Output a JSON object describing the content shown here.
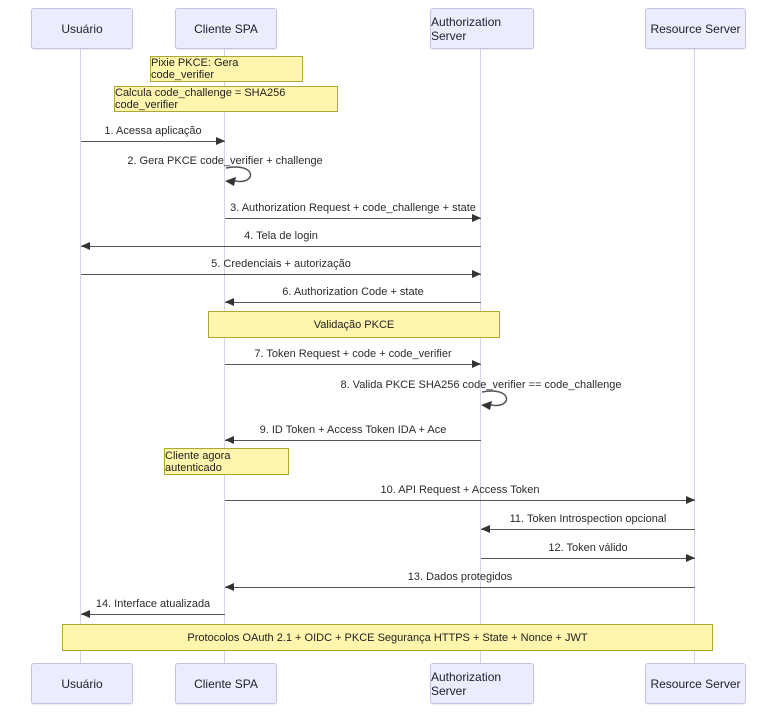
{
  "diagram": {
    "type": "sequence",
    "participants": [
      {
        "id": "usuario",
        "label": "Usuário"
      },
      {
        "id": "cliente-spa",
        "label": "Cliente SPA"
      },
      {
        "id": "authorization-server",
        "label": "Authorization Server"
      },
      {
        "id": "resource-server",
        "label": "Resource Server"
      }
    ],
    "notes": [
      {
        "label": "Pixie PKCE: Gera code_verifier",
        "over": "Cliente SPA"
      },
      {
        "label": "Calcula code_challenge = SHA256 code_verifier",
        "over": "Cliente SPA"
      },
      {
        "label": "Validação PKCE",
        "over": "Cliente SPA, Authorization Server"
      },
      {
        "label": "Cliente agora autenticado",
        "over": "Cliente SPA"
      },
      {
        "label": "Protocolos OAuth 2.1 + OIDC + PKCE Segurança HTTPS + State + Nonce + JWT",
        "over": "all"
      }
    ],
    "messages": [
      {
        "label": "1. Acessa aplicação",
        "from": "Usuário",
        "to": "Cliente SPA"
      },
      {
        "label": "2. Gera PKCE code_verifier + challenge",
        "from": "Cliente SPA",
        "to": "Cliente SPA",
        "self": true
      },
      {
        "label": "3. Authorization Request + code_challenge + state",
        "from": "Cliente SPA",
        "to": "Authorization Server"
      },
      {
        "label": "4. Tela de login",
        "from": "Authorization Server",
        "to": "Usuário"
      },
      {
        "label": "5. Credenciais + autorização",
        "from": "Usuário",
        "to": "Authorization Server"
      },
      {
        "label": "6. Authorization Code + state",
        "from": "Authorization Server",
        "to": "Cliente SPA"
      },
      {
        "label": "7. Token Request + code + code_verifier",
        "from": "Cliente SPA",
        "to": "Authorization Server"
      },
      {
        "label": "8. Valida PKCE SHA256 code_verifier == code_challenge",
        "from": "Authorization Server",
        "to": "Authorization Server",
        "self": true
      },
      {
        "label": "9. ID Token + Access Token IDA + Ace",
        "from": "Authorization Server",
        "to": "Cliente SPA"
      },
      {
        "label": "10. API Request + Access Token",
        "from": "Cliente SPA",
        "to": "Resource Server"
      },
      {
        "label": "11. Token Introspection opcional",
        "from": "Resource Server",
        "to": "Authorization Server"
      },
      {
        "label": "12. Token válido",
        "from": "Authorization Server",
        "to": "Resource Server"
      },
      {
        "label": "13. Dados protegidos",
        "from": "Resource Server",
        "to": "Cliente SPA"
      },
      {
        "label": "14. Interface atualizada",
        "from": "Cliente SPA",
        "to": "Usuário"
      }
    ],
    "colors": {
      "participant_fill": "#ECECFF",
      "participant_border": "#c3c3e4",
      "note_fill": "#fff5ad",
      "note_border": "#aaaa33",
      "line": "#555555",
      "arrowhead": "#333333",
      "lifeline": "#d4d4e6",
      "text": "#2b2b2b"
    }
  }
}
